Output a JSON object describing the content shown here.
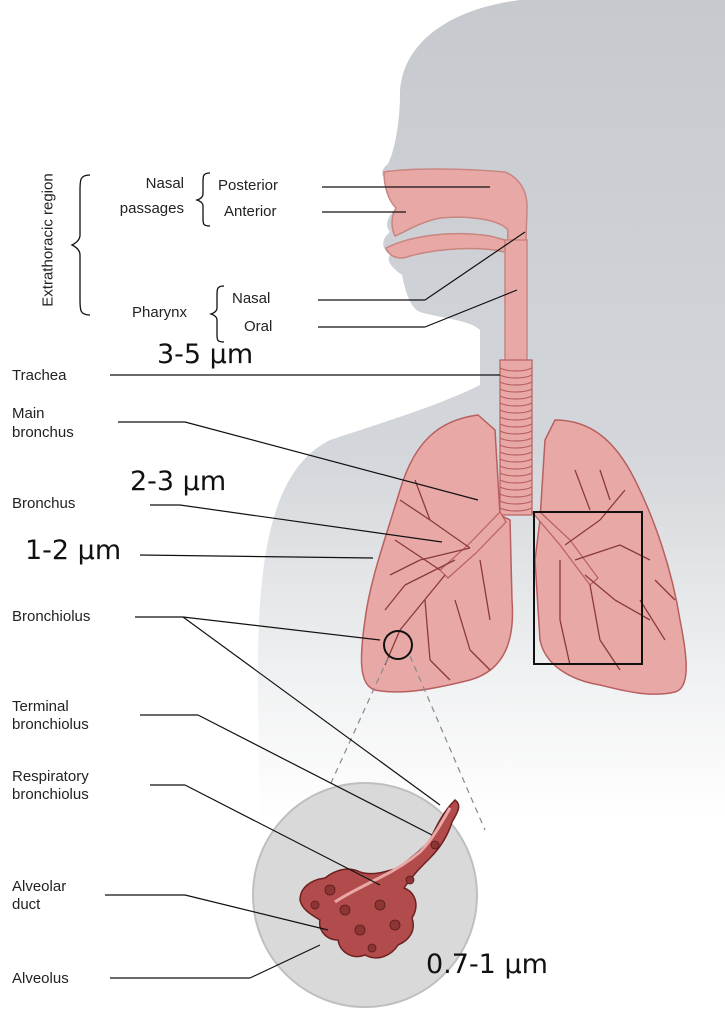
{
  "regions": {
    "extrathoracic": "Extrathoracic region"
  },
  "labels": {
    "nasal_passages_1": "Nasal",
    "nasal_passages_2": "passages",
    "posterior": "Posterior",
    "anterior": "Anterior",
    "pharynx": "Pharynx",
    "pharynx_nasal": "Nasal",
    "pharynx_oral": "Oral",
    "trachea": "Trachea",
    "main_bronchus_1": "Main",
    "main_bronchus_2": "bronchus",
    "bronchus": "Bronchus",
    "bronchiolus": "Bronchiolus",
    "terminal_bronchiolus_1": "Terminal",
    "terminal_bronchiolus_2": "bronchiolus",
    "respiratory_bronchiolus_1": "Respiratory",
    "respiratory_bronchiolus_2": "bronchiolus",
    "alveolar_duct_1": "Alveolar",
    "alveolar_duct_2": "duct",
    "alveolus": "Alveolus"
  },
  "sizes": {
    "trachea": "3-5 µm",
    "bronchus": "2-3 µm",
    "bronchioles": "1-2 µm",
    "alveoli": "0.7-1 µm"
  },
  "colors": {
    "body_silhouette": "#c9ccd1",
    "airway": "#e8a9a6",
    "airway_outline": "#b85f5f",
    "zoom_circle": "#d9d9d9",
    "acinus": "#b24b4b"
  }
}
